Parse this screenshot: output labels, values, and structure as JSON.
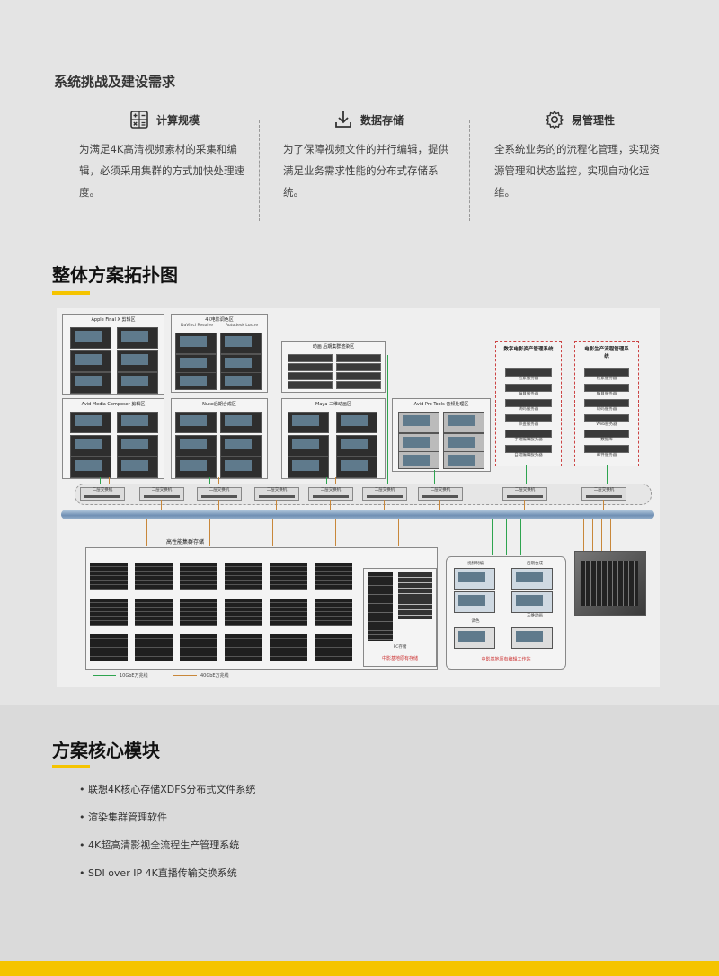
{
  "challenges": {
    "title": "系统挑战及建设需求",
    "items": [
      {
        "icon": "calculator-icon",
        "title": "计算规模",
        "text": "为满足4K高清视频素材的采集和编辑，必须采用集群的方式加快处理速度。"
      },
      {
        "icon": "download-icon",
        "title": "数据存储",
        "text": "为了保障视频文件的并行编辑，提供满足业务需求性能的分布式存储系统。"
      },
      {
        "icon": "gear-icon",
        "title": "易管理性",
        "text": "全系统业务的的流程化管理，实现资源管理和状态监控，实现自动化运维。"
      }
    ]
  },
  "topology": {
    "title": "整体方案拓扑图",
    "zones": {
      "final_cut": "Apple Final X 剪辑区",
      "grading": "4K电影调色区",
      "davinci": "DaVinci Resolve",
      "lustre": "Autodesk Lustre",
      "avid_mc": "Avid Media Composer 剪辑区",
      "nuke": "Nuke后期合成区",
      "render": "动画 后期集群渲染区",
      "maya": "Maya 三维动画区",
      "protools": "Avid Pro Tools 音频处理区",
      "asset_mgmt": "数字电影资产管理系统",
      "flow_mgmt": "电影生产流程管理系统",
      "storage": "高性能集群存储",
      "fc": "FC存储",
      "legacy_storage": "中影基地原有存储",
      "legacy_ws": "中影基地原有编辑工作站"
    },
    "asset_servers": [
      "检索服务器",
      "编目服务器",
      "转码服务器",
      "审查服务器",
      "手动编辑服务器",
      "自动编辑服务器"
    ],
    "flow_servers": [
      "检索服务器",
      "编目服务器",
      "转码服务器",
      "Web服务器",
      "数据库",
      "邮件服务器"
    ],
    "ws_labels": [
      "视频制编",
      "后期合成",
      "三维动画",
      "调色"
    ],
    "switch_label": "二层交换机",
    "legend": {
      "green": "10GbE万兆线",
      "orange": "40GbE万兆线"
    }
  },
  "modules": {
    "title": "方案核心模块",
    "items": [
      "联想4K核心存储XDFS分布式文件系统",
      "渲染集群管理软件",
      "4K超高清影视全流程生产管理系统",
      "SDI over IP 4K直播传输交换系统"
    ]
  },
  "colors": {
    "accent": "#f5c400",
    "green_link": "#2ea44f",
    "orange_link": "#c8873a",
    "bus": "#6f8fb3"
  }
}
